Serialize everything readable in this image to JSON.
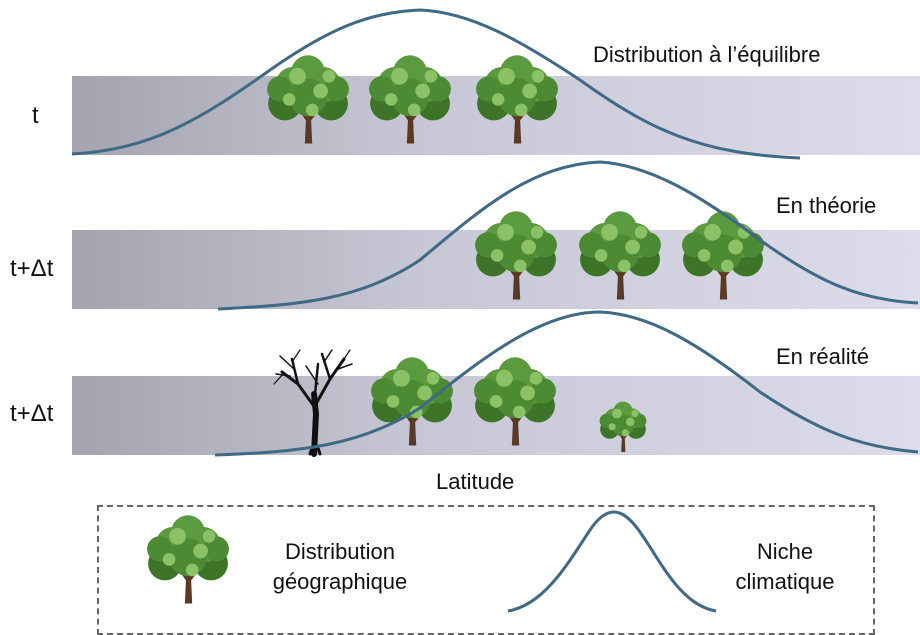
{
  "rows": [
    {
      "time_label": "t",
      "caption": "Distribution à l’équilibre"
    },
    {
      "time_label": "t+Δt",
      "caption": "En théorie"
    },
    {
      "time_label": "t+Δt",
      "caption": "En réalité"
    }
  ],
  "axis_label": "Latitude",
  "legend": {
    "tree_label_line1": "Distribution",
    "tree_label_line2": "géographique",
    "curve_label_line1": "Niche",
    "curve_label_line2": "climatique"
  },
  "colors": {
    "curve": "#3f6985",
    "foliage": "#5b9a3e",
    "foliage_light": "#8cc266",
    "foliage_dark": "#3d7428",
    "trunk": "#5a3a22",
    "dead_tree": "#111111"
  },
  "icons": [
    "tree-icon",
    "dead-tree-icon",
    "niche-curve-icon"
  ]
}
